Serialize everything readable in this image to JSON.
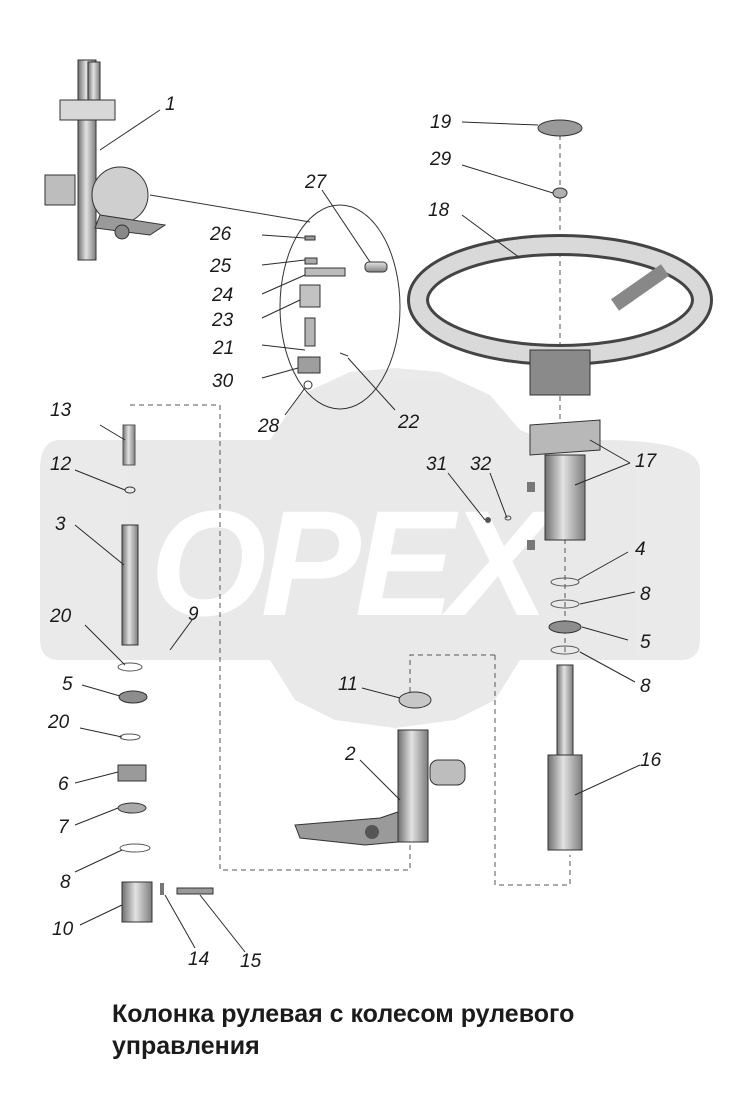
{
  "watermark": {
    "text": "OPEX",
    "color": "#d0d0d0"
  },
  "labels": {
    "p1": "1",
    "p2": "2",
    "p3": "3",
    "p4": "4",
    "p5a": "5",
    "p5b": "5",
    "p6": "6",
    "p7": "7",
    "p8a": "8",
    "p8b": "8",
    "p8c": "8",
    "p9": "9",
    "p10": "10",
    "p11": "11",
    "p12": "12",
    "p13": "13",
    "p14": "14",
    "p15": "15",
    "p16": "16",
    "p17": "17",
    "p18": "18",
    "p19": "19",
    "p20a": "20",
    "p20b": "20",
    "p21": "21",
    "p22": "22",
    "p23": "23",
    "p24": "24",
    "p25": "25",
    "p26": "26",
    "p27": "27",
    "p28": "28",
    "p29": "29",
    "p30": "30",
    "p31": "31",
    "p32": "32"
  },
  "caption": {
    "line1": "Колонка рулевая с колесом рулевого",
    "line2": "управления"
  },
  "colors": {
    "part_fill": "#c8c8c8",
    "part_dark": "#7a7a7a",
    "line": "#2a2a2a"
  }
}
